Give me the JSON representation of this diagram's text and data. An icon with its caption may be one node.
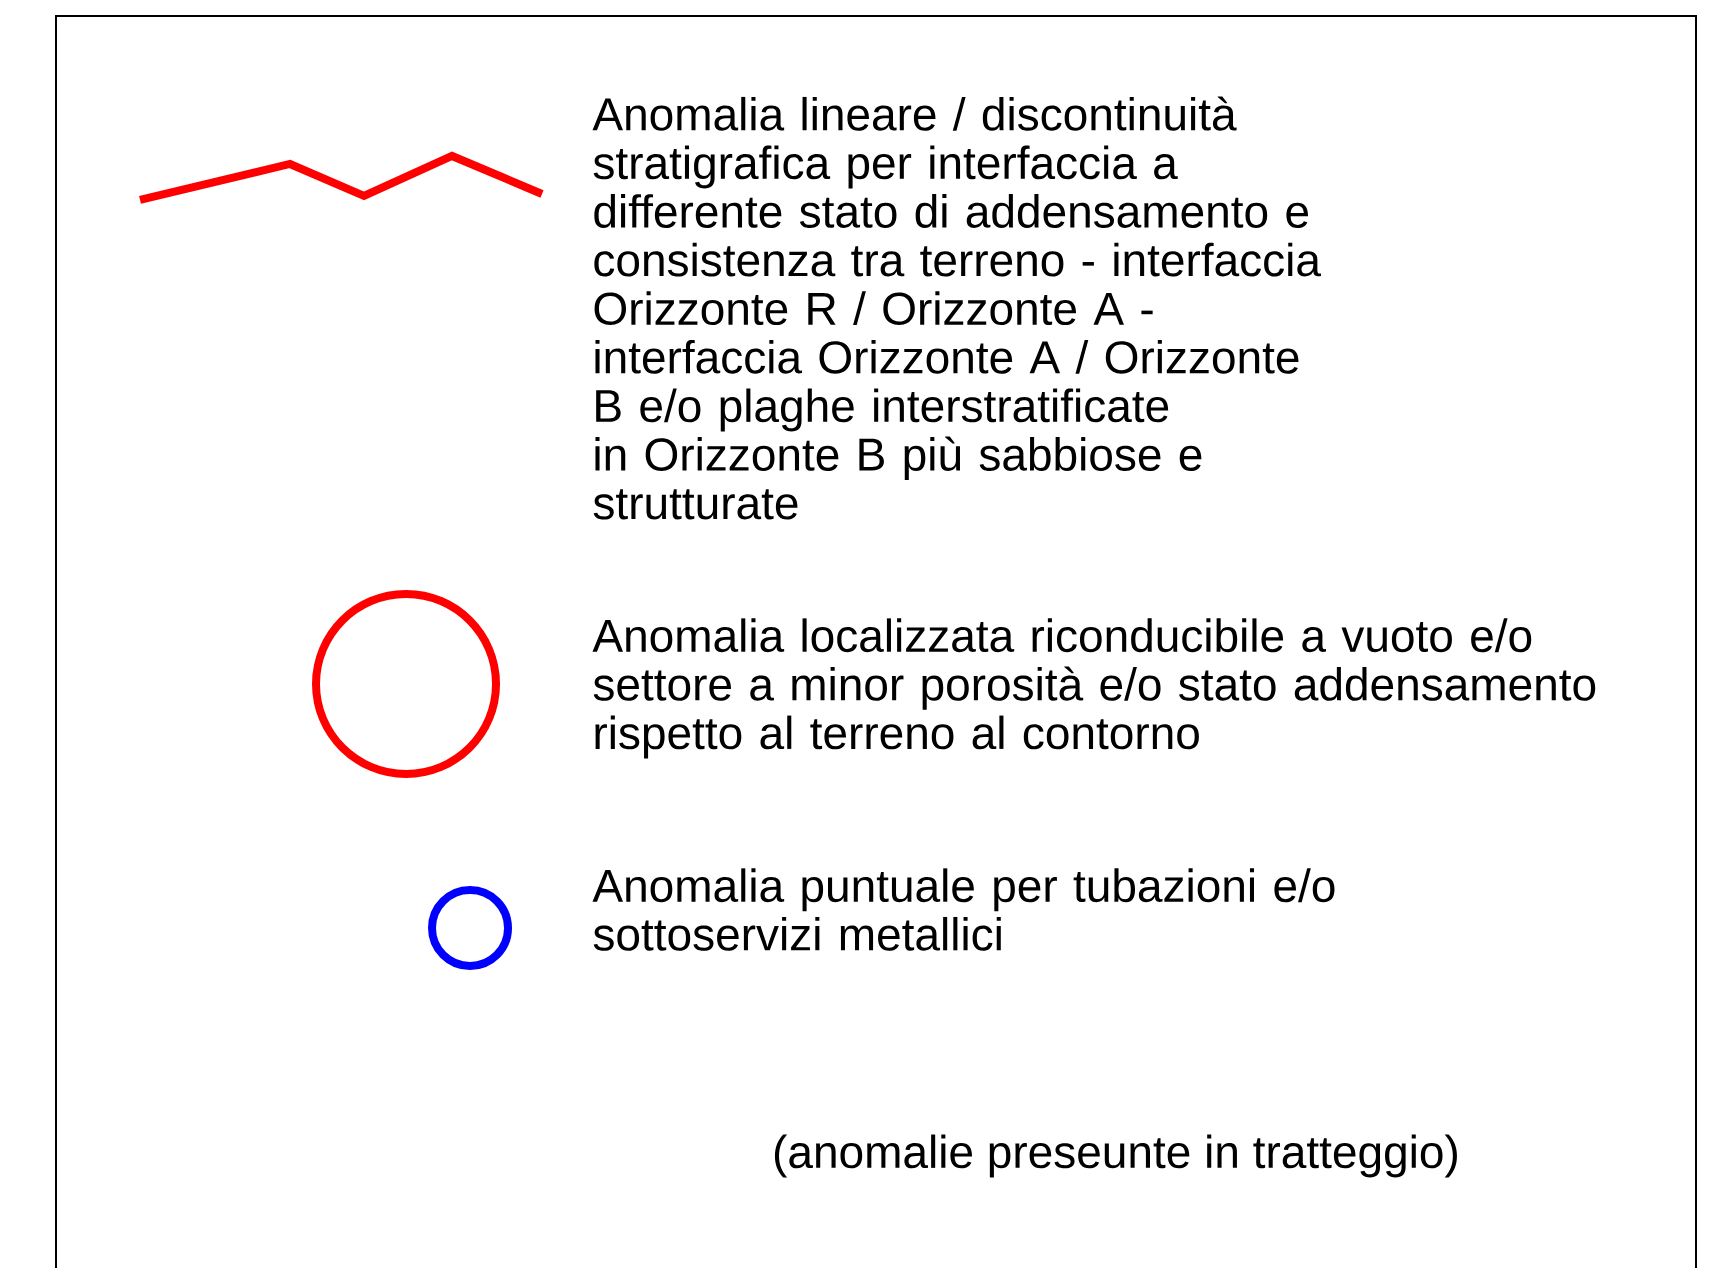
{
  "diagram": {
    "legend": [
      {
        "text": "Anomalia lineare / discontinuità stratigrafica per interfaccia a differente stato di addensamento e consistenza tra terreno - interfaccia Orizzonte R / Orizzonte A - interfaccia Orizzonte A / Orizzonte B e/o plaghe interstratificate in Orizzonte B più sabbiose e strutturate"
      },
      {
        "text": "Anomalia localizzata riconducibile a vuoto e/o settore a minor porosità e/o stato addensamento rispetto al terreno al contorno"
      },
      {
        "text": "Anomalia puntuale per tubazioni e/o sottoservizi metallici"
      }
    ],
    "labels": [
      "(anomalie preseunte in tratteggio)"
    ]
  }
}
